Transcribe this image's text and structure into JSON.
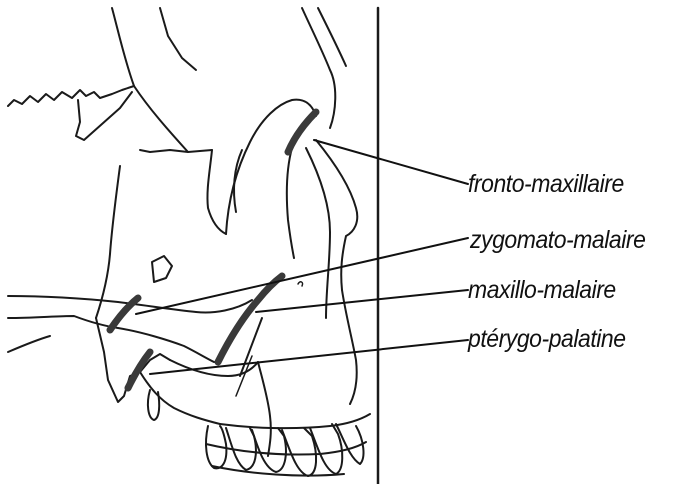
{
  "labels": {
    "fronto_maxillaire": "fronto-maxillaire",
    "zygomato_malaire": "zygomato-malaire",
    "maxillo_malaire": "maxillo-malaire",
    "pterygo_palatine": "ptérygo-palatine"
  },
  "colors": {
    "line": "#1a1a1a",
    "suture": "#3a3a3a",
    "background": "#ffffff"
  }
}
